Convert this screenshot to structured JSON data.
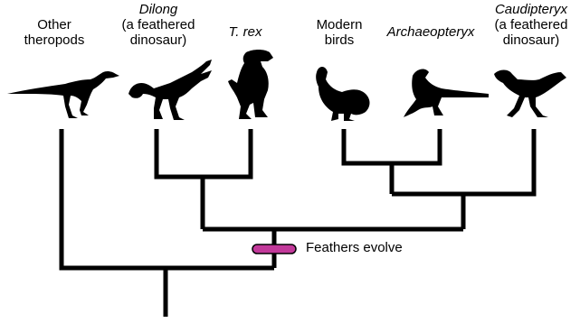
{
  "taxa": [
    {
      "id": "other-theropods",
      "lines": [
        "Other",
        "theropods"
      ]
    },
    {
      "id": "dilong",
      "lines": [
        "Dilong",
        "(a feathered",
        "dinosaur)"
      ]
    },
    {
      "id": "t-rex",
      "lines": [
        "T. rex"
      ]
    },
    {
      "id": "modern-birds",
      "lines": [
        "Modern",
        "birds"
      ]
    },
    {
      "id": "archaeopteryx",
      "lines": [
        "Archaeopteryx"
      ]
    },
    {
      "id": "caudipteryx",
      "lines": [
        "Caudipteryx",
        "(a feathered",
        "dinosaur)"
      ]
    }
  ],
  "trait_label": "Feathers evolve",
  "colors": {
    "line": "#000000",
    "trait_bar": "#c2399a",
    "silhouette": "#000000"
  },
  "icons": [
    "dinosaur-silhouette",
    "turkey-silhouette",
    "archaeopteryx-silhouette",
    "caudipteryx-silhouette"
  ]
}
